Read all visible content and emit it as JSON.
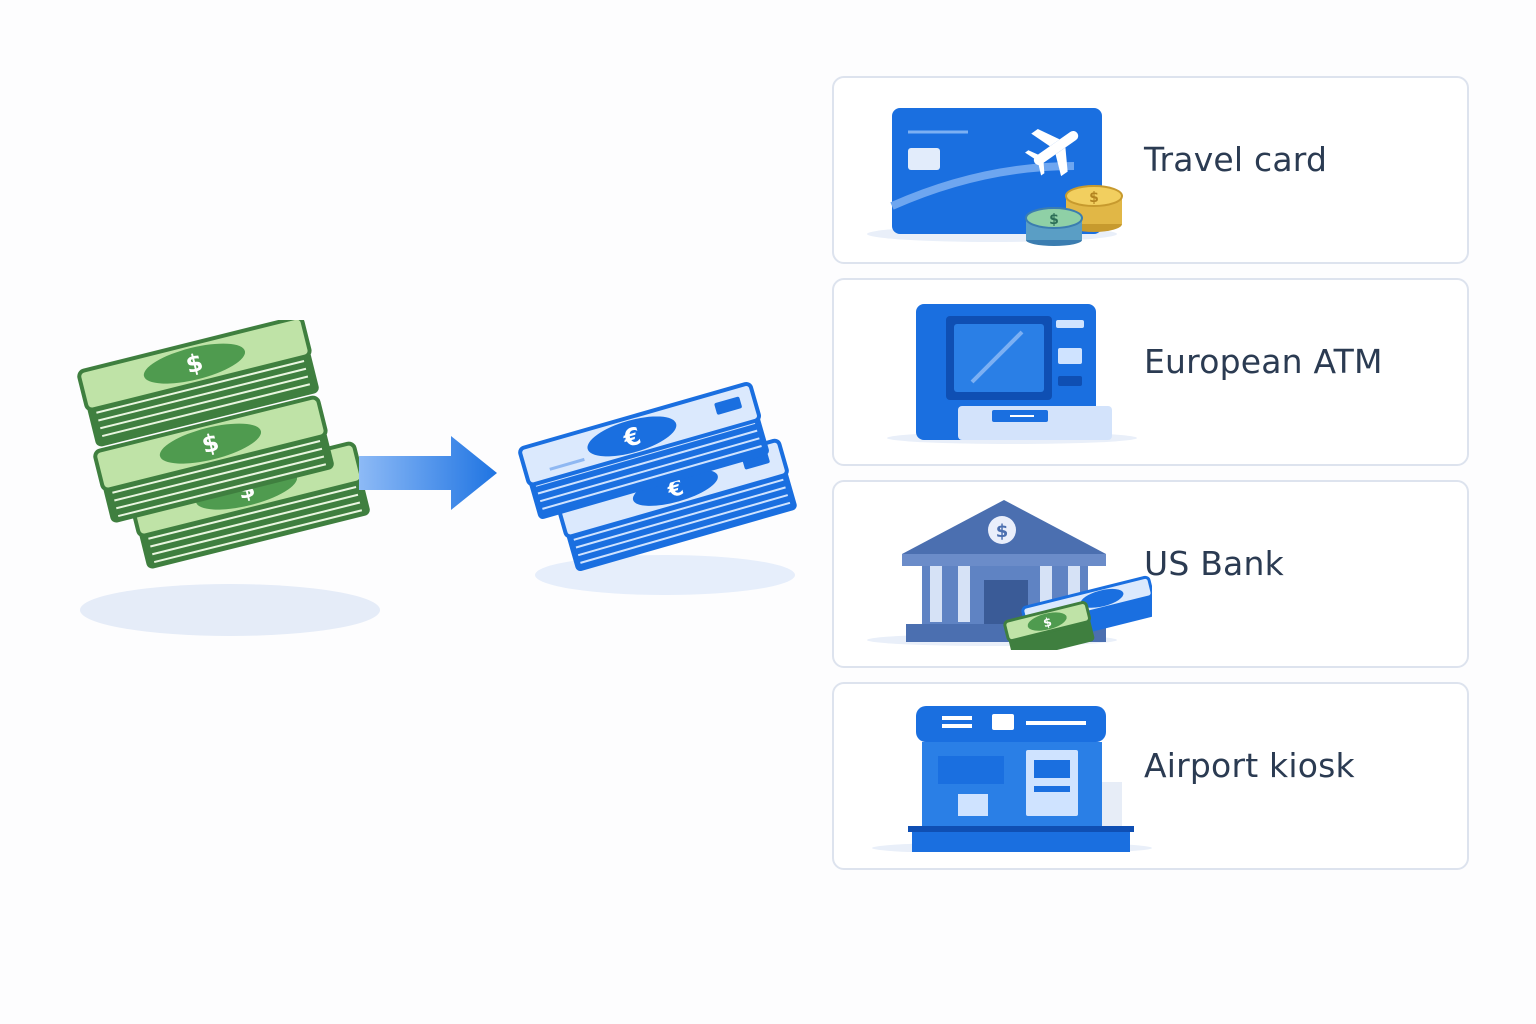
{
  "colors": {
    "usd_green": "#4f9b4f",
    "usd_light": "#bfe3a7",
    "eur_blue": "#1a6fe0",
    "eur_light": "#cfe3ff",
    "arrow_blue": "#2a7fe6",
    "card_border": "#dde3ee",
    "label_text": "#2b3b52"
  },
  "icons": {
    "source": "usd-banknote-stacks-icon",
    "arrow": "right-arrow-icon",
    "target": "euro-banknote-stacks-icon"
  },
  "options": [
    {
      "label": "Travel card",
      "icon": "travel-card-icon"
    },
    {
      "label": "European ATM",
      "icon": "atm-icon"
    },
    {
      "label": "US Bank",
      "icon": "bank-icon"
    },
    {
      "label": "Airport kiosk",
      "icon": "kiosk-icon"
    }
  ]
}
